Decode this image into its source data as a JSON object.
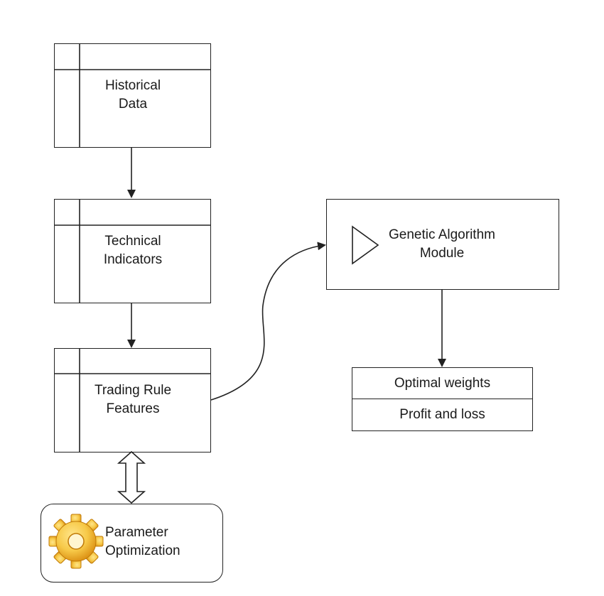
{
  "nodes": {
    "historical": {
      "label_line1": "Historical",
      "label_line2": "Data"
    },
    "technical": {
      "label_line1": "Technical",
      "label_line2": "Indicators"
    },
    "trading": {
      "label_line1": "Trading Rule",
      "label_line2": "Features"
    },
    "genetic": {
      "label_line1": "Genetic Algorithm",
      "label_line2": "Module",
      "icon": "play-triangle-icon"
    },
    "results": {
      "rows": [
        "Optimal weights",
        "Profit and loss"
      ]
    },
    "parameter": {
      "label_line1": "Parameter",
      "label_line2": "Optimization",
      "icon": "gear-icon"
    }
  },
  "colors": {
    "stroke": "#222222",
    "gear_light": "#f7c948",
    "gear_dark": "#d98c10"
  }
}
